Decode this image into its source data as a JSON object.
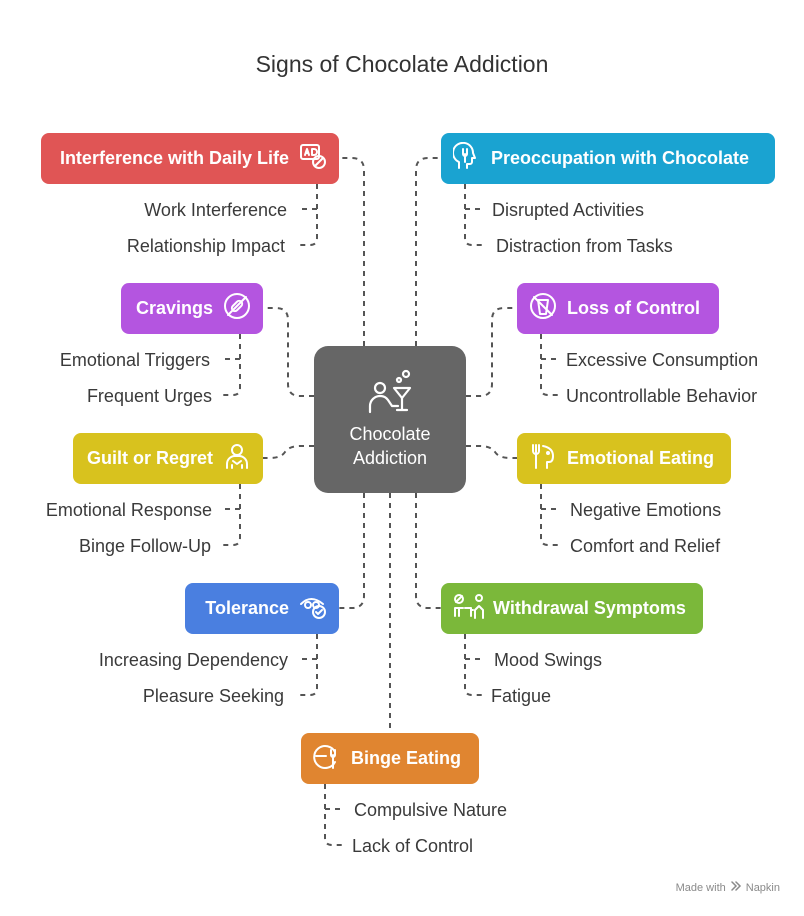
{
  "title": "Signs of Chocolate Addiction",
  "center": {
    "label_line1": "Chocolate",
    "label_line2": "Addiction",
    "icon": "person-drink-icon"
  },
  "categories": [
    {
      "label": "Interference with Daily Life",
      "color": "#e05555",
      "icon": "ad-block-icon",
      "items": [
        "Work Interference",
        "Relationship Impact"
      ]
    },
    {
      "label": "Preoccupation with Chocolate",
      "color": "#1aa3d1",
      "icon": "head-fork-icon",
      "items": [
        "Disrupted Activities",
        "Distraction from Tasks"
      ]
    },
    {
      "label": "Cravings",
      "color": "#b455e0",
      "icon": "no-pill-icon",
      "items": [
        "Emotional Triggers",
        "Frequent Urges"
      ]
    },
    {
      "label": "Loss of Control",
      "color": "#b455e0",
      "icon": "no-drink-icon",
      "items": [
        "Excessive Consumption",
        "Uncontrollable Behavior"
      ]
    },
    {
      "label": "Guilt or Regret",
      "color": "#d8c21e",
      "icon": "person-icon",
      "items": [
        "Emotional Response",
        "Binge Follow-Up"
      ]
    },
    {
      "label": "Emotional Eating",
      "color": "#d8c21e",
      "icon": "fork-face-icon",
      "items": [
        "Negative Emotions",
        "Comfort and Relief"
      ]
    },
    {
      "label": "Tolerance",
      "color": "#4a7fe0",
      "icon": "eye-check-icon",
      "items": [
        "Increasing Dependency",
        "Pleasure Seeking"
      ]
    },
    {
      "label": "Withdrawal Symptoms",
      "color": "#7bb83a",
      "icon": "withdrawal-icon",
      "items": [
        "Mood Swings",
        "Fatigue"
      ]
    },
    {
      "label": "Binge Eating",
      "color": "#e08530",
      "icon": "plate-fork-icon",
      "items": [
        "Compulsive Nature",
        "Lack of Control"
      ]
    }
  ],
  "footer": {
    "made_with": "Made with",
    "brand": "Napkin"
  },
  "connector_color": "#555555"
}
